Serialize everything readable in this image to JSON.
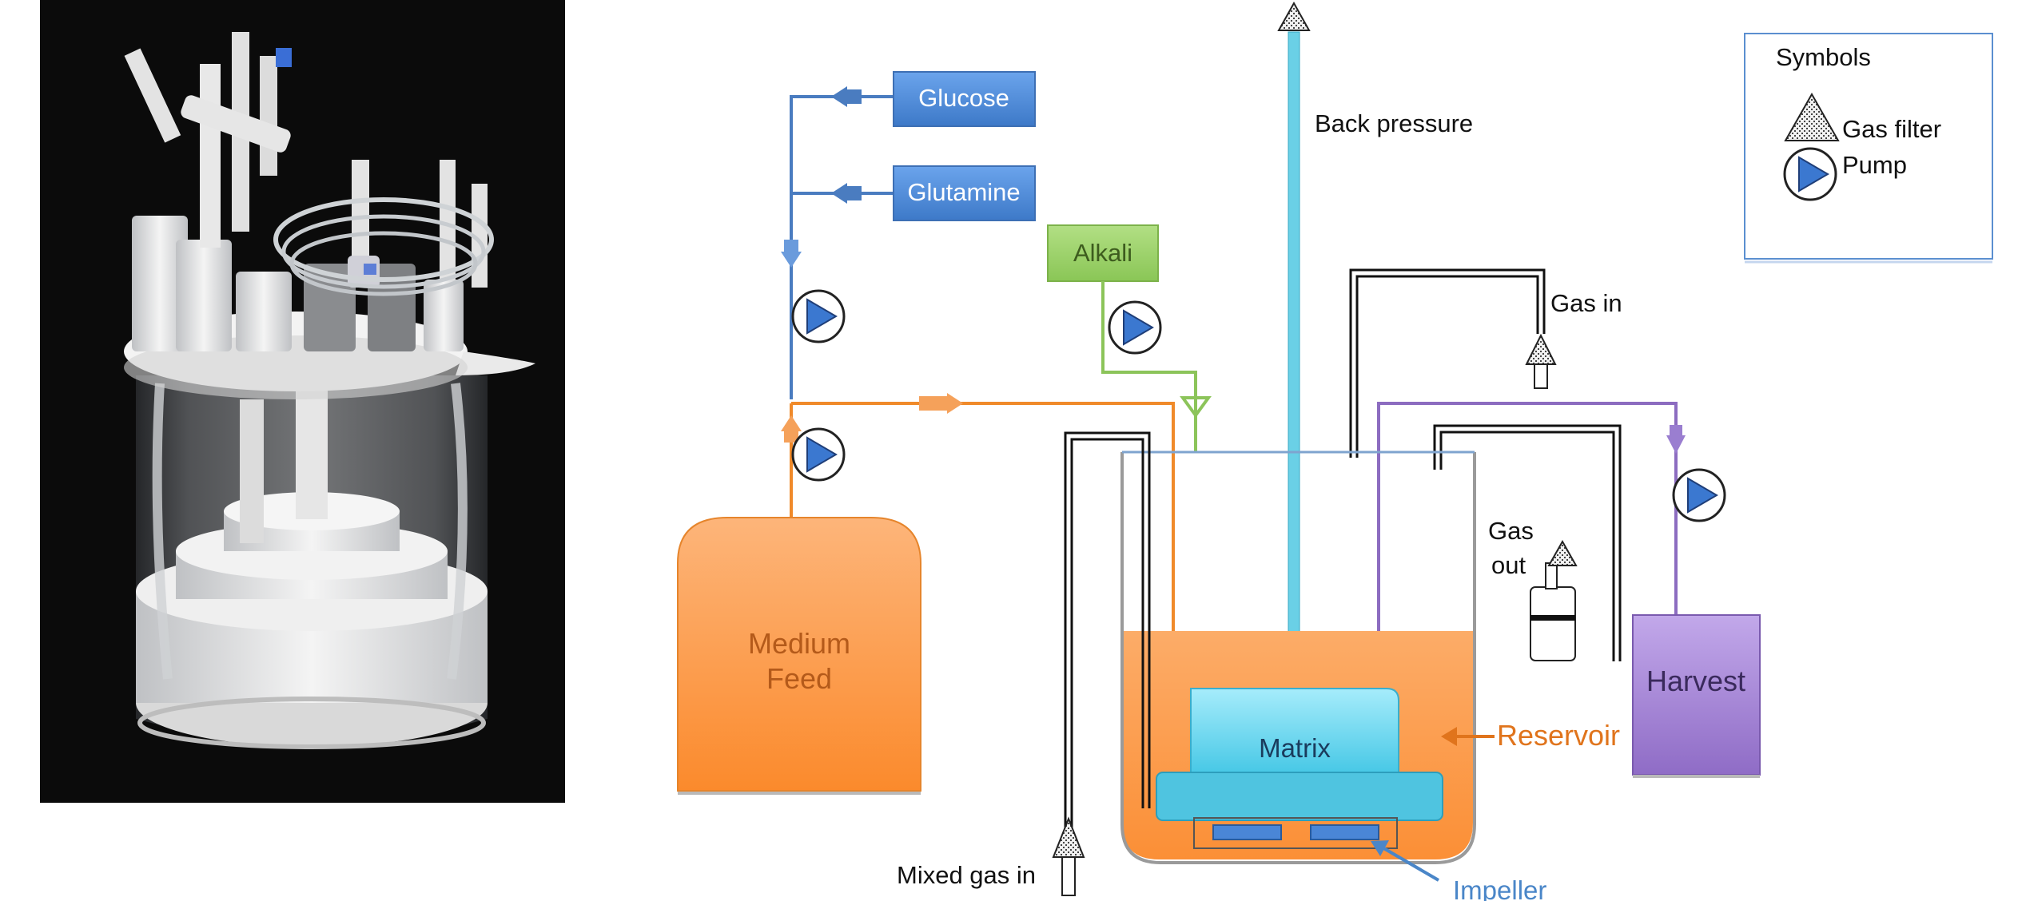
{
  "photo": {
    "subject": "bioreactor-photo"
  },
  "labels": {
    "glucose": "Glucose",
    "glutamine": "Glutamine",
    "alkali": "Alkali",
    "back_pressure": "Back pressure",
    "gas_in": "Gas in",
    "gas_out_line1": "Gas",
    "gas_out_line2": "out",
    "medium_feed_line1": "Medium",
    "medium_feed_line2": "Feed",
    "matrix": "Matrix",
    "reservoir": "Reservoir",
    "harvest": "Harvest",
    "impeller": "Impeller",
    "mixed_gas_in": "Mixed gas in"
  },
  "legend": {
    "title": "Symbols",
    "gas_filter": "Gas filter",
    "pump": "Pump"
  },
  "colors": {
    "blue_line": "#4a7cc0",
    "blue_box": "#4f8fdc",
    "orange_line": "#f08a2a",
    "orange_fill": "#fca35a",
    "green_line": "#8cc45a",
    "green_box": "#9fd46c",
    "purple_line": "#8c6cc0",
    "purple_box": "#a68bd2",
    "matrix_fill": "#5fd0ea",
    "back_pressure_line": "#6ad0e6",
    "reservoir_text": "#e0741c",
    "impeller_text": "#4a86c8"
  }
}
